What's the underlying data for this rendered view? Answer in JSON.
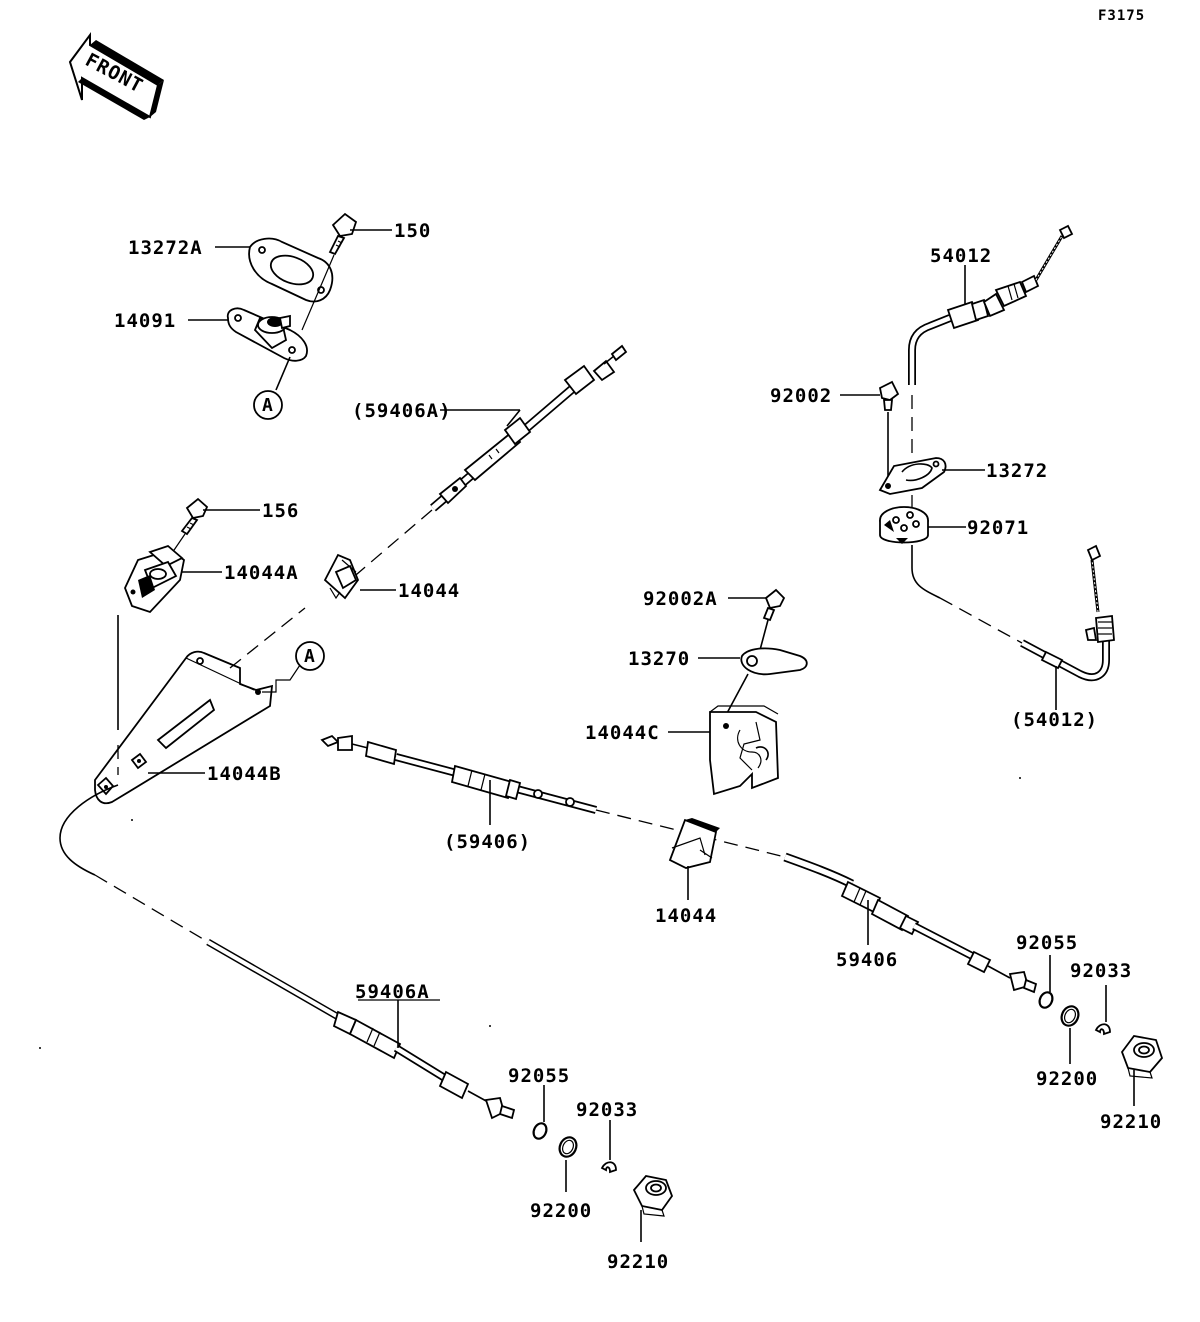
{
  "figure_code": "F3175",
  "front_label": "FRONT",
  "callout_a": "A",
  "parts": {
    "p13272A": "13272A",
    "p150": "150",
    "p14091": "14091",
    "p59406A_paren": "(59406A)",
    "p156": "156",
    "p14044A": "14044A",
    "p14044_top": "14044",
    "p14044B": "14044B",
    "p59406_paren": "(59406)",
    "p14044_mid": "14044",
    "p59406A": "59406A",
    "p92055_left": "92055",
    "p92033_left": "92033",
    "p92200_left": "92200",
    "p92210_left": "92210",
    "p54012": "54012",
    "p92002": "92002",
    "p13272": "13272",
    "p92071": "92071",
    "p54012_paren": "(54012)",
    "p92002A": "92002A",
    "p13270": "13270",
    "p14044C": "14044C",
    "p59406": "59406",
    "p92055_right": "92055",
    "p92033_right": "92033",
    "p92200_right": "92200",
    "p92210_right": "92210"
  }
}
